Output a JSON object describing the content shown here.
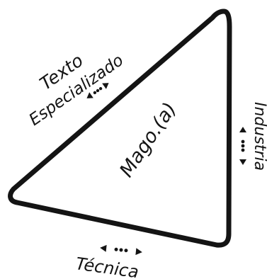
{
  "labels": {
    "center": "Mago.(a)",
    "top_left_line1": "Texto",
    "top_left_line2": "Especializado",
    "right": "Industria",
    "bottom": "Técnica"
  },
  "colors": {
    "ink": "#141414",
    "background": "#ffffff"
  },
  "icons": {
    "edge_marker": "double-arrow-dots"
  }
}
